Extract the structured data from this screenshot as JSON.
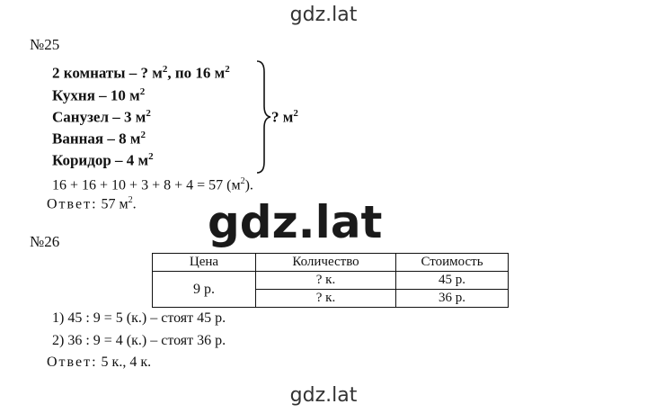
{
  "watermark": "gdz.lat",
  "problem25": {
    "number": "№25",
    "given": [
      {
        "text": "2 комнаты – ? м",
        "sup": "2",
        "after": ", по 16 м",
        "sup2": "2"
      },
      {
        "text": "Кухня – 10 м",
        "sup": "2"
      },
      {
        "text": "Санузел – 3 м",
        "sup": "2"
      },
      {
        "text": "Ванная – 8 м",
        "sup": "2"
      },
      {
        "text": "Коридор – 4 м",
        "sup": "2"
      }
    ],
    "total": {
      "text": "? м",
      "sup": "2"
    },
    "calc": {
      "text": "16 + 16 + 10 + 3 + 8 + 4 = 57 (м",
      "sup": "2",
      "after": ")."
    },
    "answer": {
      "label": "Ответ:",
      "text": " 57 м",
      "sup": "2",
      "after": "."
    }
  },
  "problem26": {
    "number": "№26",
    "table": {
      "headers": [
        "Цена",
        "Количество",
        "Стоимость"
      ],
      "price": "9 р.",
      "rows": [
        {
          "qty": "? к.",
          "cost": "45 р."
        },
        {
          "qty": "? к.",
          "cost": "36 р."
        }
      ]
    },
    "steps": [
      "1) 45 : 9 = 5 (к.) – стоят 45 р.",
      "2) 36 : 9 = 4 (к.) – стоят 36 р."
    ],
    "answer": {
      "label": "Ответ:",
      "text": " 5 к., 4 к."
    }
  }
}
